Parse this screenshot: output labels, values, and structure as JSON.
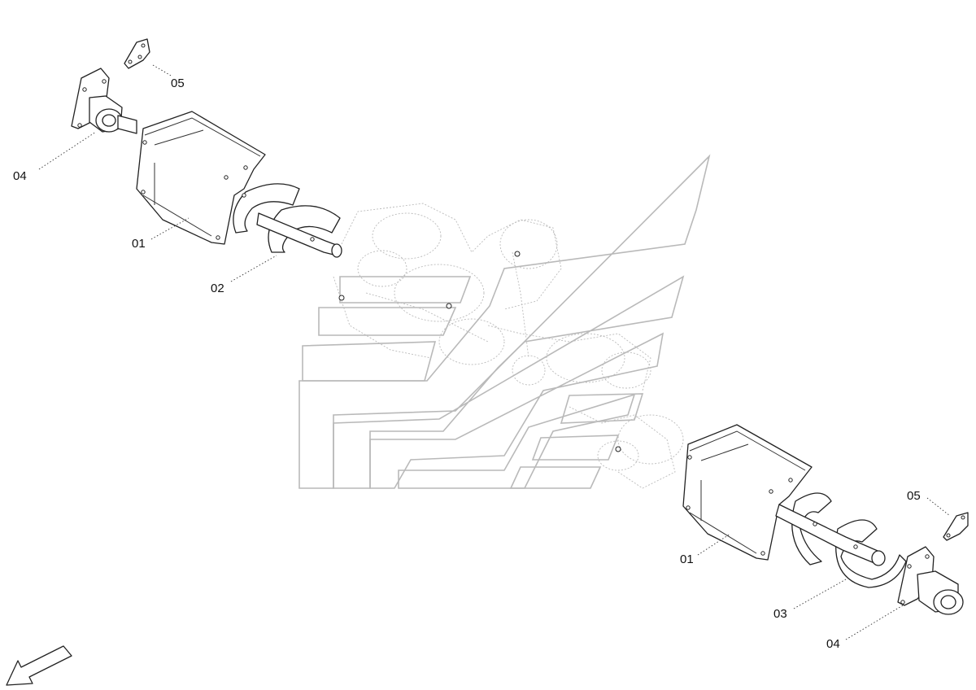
{
  "callouts": {
    "frame_top": "01",
    "frame_bottom": "01",
    "auger_left": "02",
    "auger_right": "03",
    "bracket_top": "04",
    "bracket_bottom": "04",
    "plate_top": "05",
    "plate_bottom": "05"
  },
  "icons": {
    "direction_arrow": "arrow-down-left-icon",
    "watermark": "brand-logo-watermark"
  },
  "colors": {
    "line": "#222222",
    "watermark": "#b9b9b9",
    "background": "#ffffff"
  }
}
